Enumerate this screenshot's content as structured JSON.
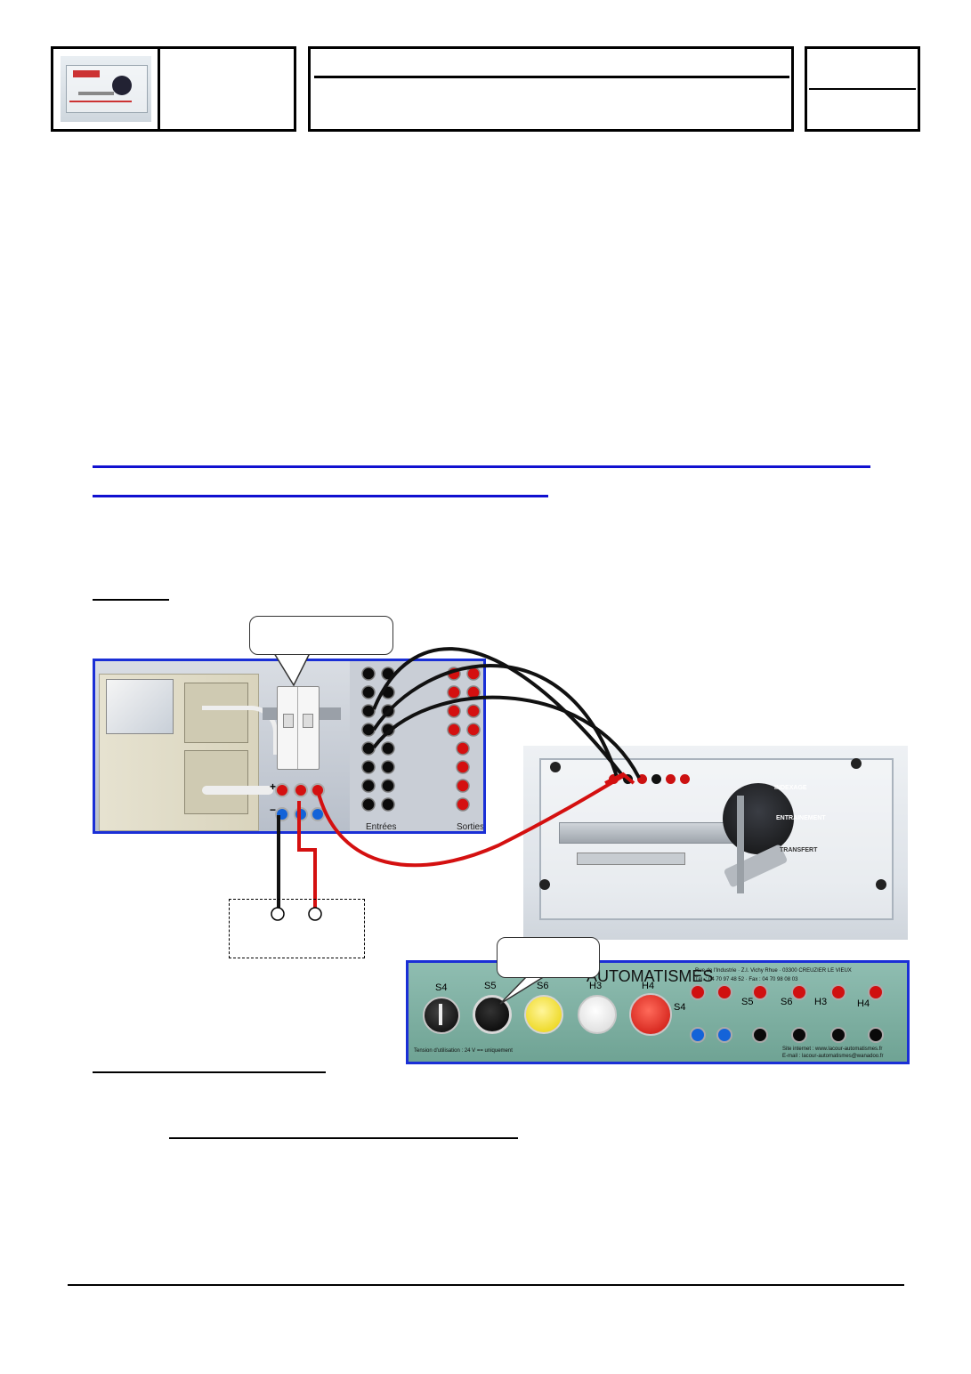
{
  "panels": {
    "plc_labels": {
      "inputs": "Entrées",
      "outputs": "Sorties",
      "plus": "+",
      "minus": "−"
    },
    "mechanism_labels": {
      "indexing": "INDEXAGE",
      "drive": "ENTRAINEMENT",
      "transfer": "TRANSFERT"
    },
    "control_panel": {
      "brand": "AUTOMATISMES",
      "address": "Rue de l'Industrie · Z.I. Vichy Rhue · 03300 CREUZIER LE VIEUX",
      "phone": "Tél. : 04 70 97 48 52 · Fax : 04 70 98 08 03",
      "buttons": [
        "S4",
        "S5",
        "S6",
        "H3",
        "H4"
      ],
      "terminal_labels": [
        "S4",
        "S5",
        "S6",
        "H3",
        "H4"
      ],
      "voltage_note": "Tension d'utilisation : 24 V == uniquement",
      "website": "Site internet : www.lacour-automatismes.fr",
      "email": "E-mail : lacour-automatismes@wanadoo.fr"
    }
  },
  "colors": {
    "frame_blue": "#1a2fd6",
    "wire_red": "#d41010",
    "wire_black": "#111111"
  }
}
